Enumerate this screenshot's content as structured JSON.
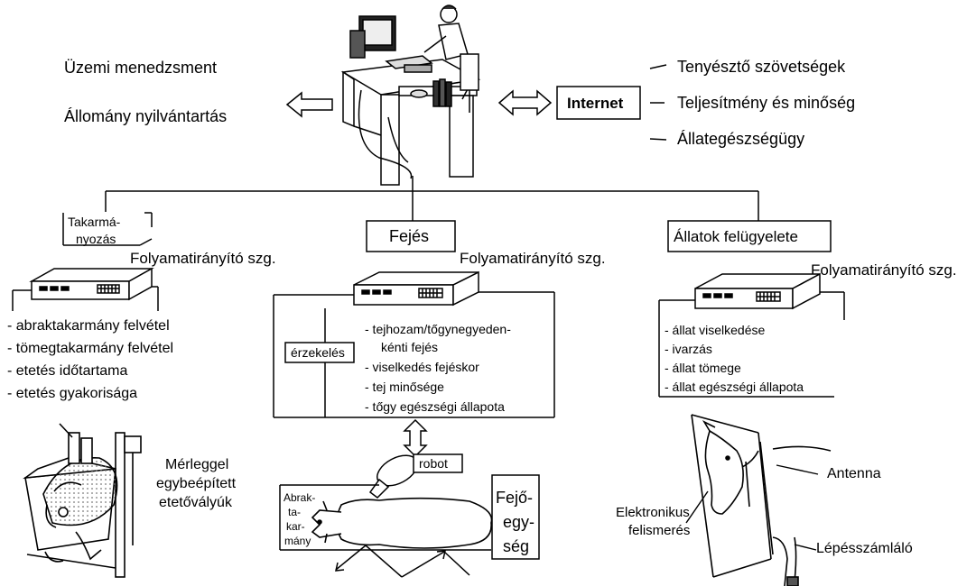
{
  "top_left": {
    "management": "Üzemi menedzsment",
    "registry": "Állomány nyilvántartás"
  },
  "internet": {
    "label": "Internet",
    "links": [
      "Tenyésztő szövetségek",
      "Teljesítmény és minőség",
      "Állategészségügy"
    ]
  },
  "feeding": {
    "title_line1": "Takarmá-",
    "title_line2": "nyozás",
    "controller": "Folyamatirányító szg.",
    "items": [
      "- abraktakarmány felvétel",
      "- tömegtakarmány felvétel",
      "- etetés időtartama",
      "- etetés gyakorisága"
    ],
    "trough_label": [
      "Mérleggel",
      "egybeépített",
      "etetővályúk"
    ]
  },
  "milking": {
    "title": "Fejés",
    "controller": "Folyamatirányító szg.",
    "sensing": "érzekelés",
    "items": [
      "- tejhozam/tőgynegyeden-",
      "kénti fejés",
      "- viselkedés fejéskor",
      "- tej minősége",
      "- tőgy egészségi állapota"
    ],
    "robot": "robot",
    "concentrate": [
      "Abrak-",
      "ta-",
      "kar-",
      "mány"
    ],
    "unit": [
      "Fejő-",
      "egy-",
      "ség"
    ]
  },
  "monitoring": {
    "title": "Állatok felügyelete",
    "controller": "Folyamatirányító szg.",
    "items": [
      "- állat viselkedése",
      "- ivarzás",
      "- állat tömege",
      "- állat egészségi állapota"
    ],
    "antenna": "Antenna",
    "electronic_id": [
      "Elektronikus",
      "felismerés"
    ],
    "pedometer": "Lépésszámláló"
  },
  "colors": {
    "line": "#000000",
    "background": "#ffffff",
    "cow_dots": "#9a9a9a"
  }
}
